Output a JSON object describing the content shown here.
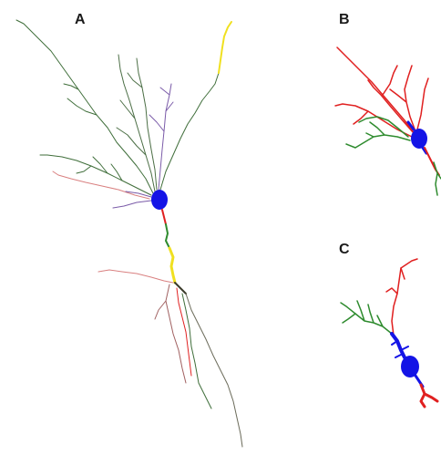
{
  "panels": [
    {
      "id": "a",
      "label": "A"
    },
    {
      "id": "b",
      "label": "B"
    },
    {
      "id": "c",
      "label": "C"
    }
  ],
  "colors": {
    "soma": "#1414e6",
    "basal_dendrite_dark": "#3f6e3a",
    "basal_dendrite_light": "#2e8b2e",
    "apical_dendrite": "#e02020",
    "apical_dendrite_faint": "#d98080",
    "axon": "#f0e020",
    "fine_process": "#7a5aa8",
    "distal_tract": "#6b6b5a"
  },
  "icons": [
    "neuron-reconstruction-a",
    "neuron-reconstruction-b",
    "neuron-reconstruction-c"
  ]
}
